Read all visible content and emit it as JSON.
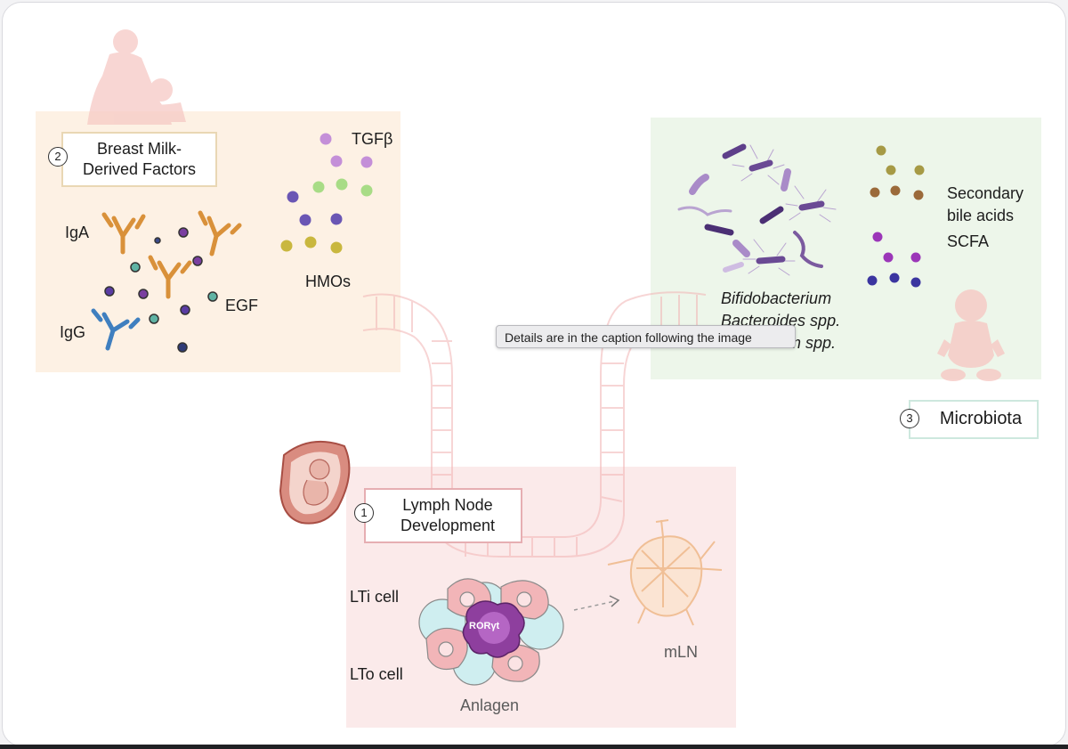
{
  "breast_milk": {
    "number": "2",
    "title_line1": "Breast Milk-",
    "title_line2": "Derived Factors",
    "labels": {
      "iga": "IgA",
      "igg": "IgG",
      "egf": "EGF",
      "hmos": "HMOs",
      "tgf": "TGFβ"
    }
  },
  "microbiota": {
    "number": "3",
    "title": "Microbiota",
    "secondary_line1": "Secondary",
    "secondary_line2": "bile acids",
    "scfa": "SCFA",
    "species_line1": "Bifidobacterium",
    "species_line2": "Bacteroides spp.",
    "species_line3": "Clostridium spp."
  },
  "lymph_node": {
    "number": "1",
    "title_line1": "Lymph Node",
    "title_line2": "Development",
    "lti": "LTi cell",
    "lto": "LTo cell",
    "anlagen": "Anlagen",
    "mln": "mLN",
    "rorgt": "RORγt"
  },
  "tooltip": {
    "text": "Details are in the caption following the image"
  },
  "colors": {
    "milk_panel": "#fdf1e4",
    "micro_panel": "#edf6ea",
    "lymph_panel": "#fbeaea",
    "purple_dot": "#c48fd8",
    "green_dot": "#a8dc86",
    "indigo_dot": "#6a56b4",
    "olive_dot": "#c9b73e",
    "antibody_orange": "#d9913a",
    "antibody_blue": "#3f7fbf",
    "bacteria_purple": "#7b5a9f",
    "rorgt_purple": "#8e3f9e"
  },
  "icons": [
    "mother-nursing-icon",
    "baby-icon",
    "fetus-uterus-icon",
    "intestine-villi-icon",
    "lymph-node-icon",
    "antibody-icon",
    "bacteria-icon",
    "cell-cluster-icon"
  ]
}
